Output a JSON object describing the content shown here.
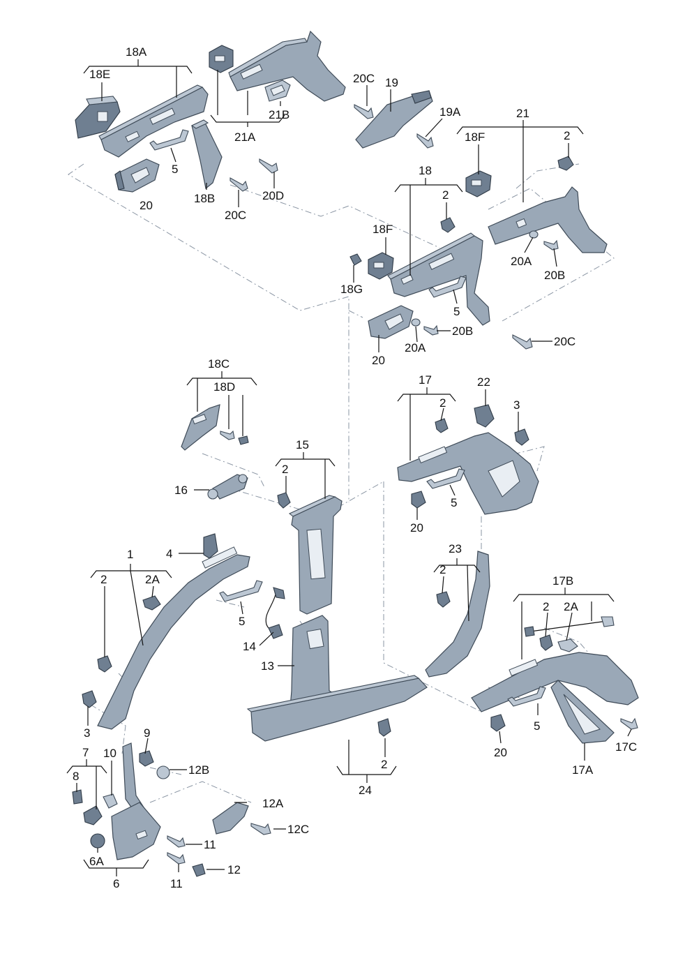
{
  "labels": {
    "l18A": "18A",
    "l18E": "18E",
    "l21A": "21A",
    "l21B": "21B",
    "l20C_a": "20C",
    "l19": "19",
    "l19A": "19A",
    "l5_a": "5",
    "l20_a": "20",
    "l18B": "18B",
    "l20C_b": "20C",
    "l20D": "20D",
    "l21": "21",
    "l18F_a": "18F",
    "l2_a": "2",
    "l18": "18",
    "l2_b": "2",
    "l18F_b": "18F",
    "l18G": "18G",
    "l20A_a": "20A",
    "l20B_a": "20B",
    "l5_b": "5",
    "l20_b": "20",
    "l20A_b": "20A",
    "l20B_b": "20B",
    "l20C_c": "20C",
    "l18C": "18C",
    "l18D": "18D",
    "l15": "15",
    "l2_c": "2",
    "l16": "16",
    "l17": "17",
    "l22": "22",
    "l2_d": "2",
    "l3_a": "3",
    "l5_c": "5",
    "l20_c": "20",
    "l1": "1",
    "l4": "4",
    "l2_e": "2",
    "l2A_a": "2A",
    "l5_d": "5",
    "l14": "14",
    "l13": "13",
    "l3_b": "3",
    "l23": "23",
    "l2_f": "2",
    "l17B": "17B",
    "l2_g": "2",
    "l2A_b": "2A",
    "l5_e": "5",
    "l20_d": "20",
    "l17C": "17C",
    "l17A": "17A",
    "l9": "9",
    "l7": "7",
    "l10": "10",
    "l8": "8",
    "l12B": "12B",
    "l12A": "12A",
    "l12C": "12C",
    "l11_a": "11",
    "l11_b": "11",
    "l12": "12",
    "l6A": "6A",
    "l6": "6",
    "l2_h": "2",
    "l24": "24"
  },
  "colors": {
    "part": "#9aa8b7",
    "part_light": "#bcc7d3",
    "part_dark": "#6f7f91",
    "outline": "#3e4a57",
    "leader": "#111111",
    "phantom": "#8a95a3"
  }
}
